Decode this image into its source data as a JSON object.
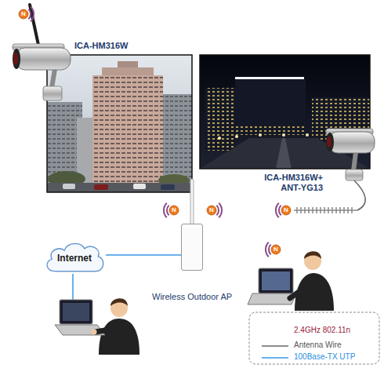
{
  "diagram": {
    "nodes": [
      {
        "text": [
          "Internet"
        ]
      },
      {
        "text": [
          "Wireless Outdoor AP"
        ]
      }
    ],
    "edges": [
      {
        "from": 0,
        "to": 1,
        "arrow": "none"
      }
    ],
    "labels": [
      "N",
      "ICA-HM316W",
      "ICA-HM316W+ ANT-YG13",
      "N",
      "N",
      "N",
      "N",
      "N"
    ],
    "legend": [
      {
        "text": "2.4GHz 802.11n"
      },
      {
        "text": "Antenna Wire"
      },
      {
        "text": "100Base-TX UTP"
      }
    ]
  }
}
